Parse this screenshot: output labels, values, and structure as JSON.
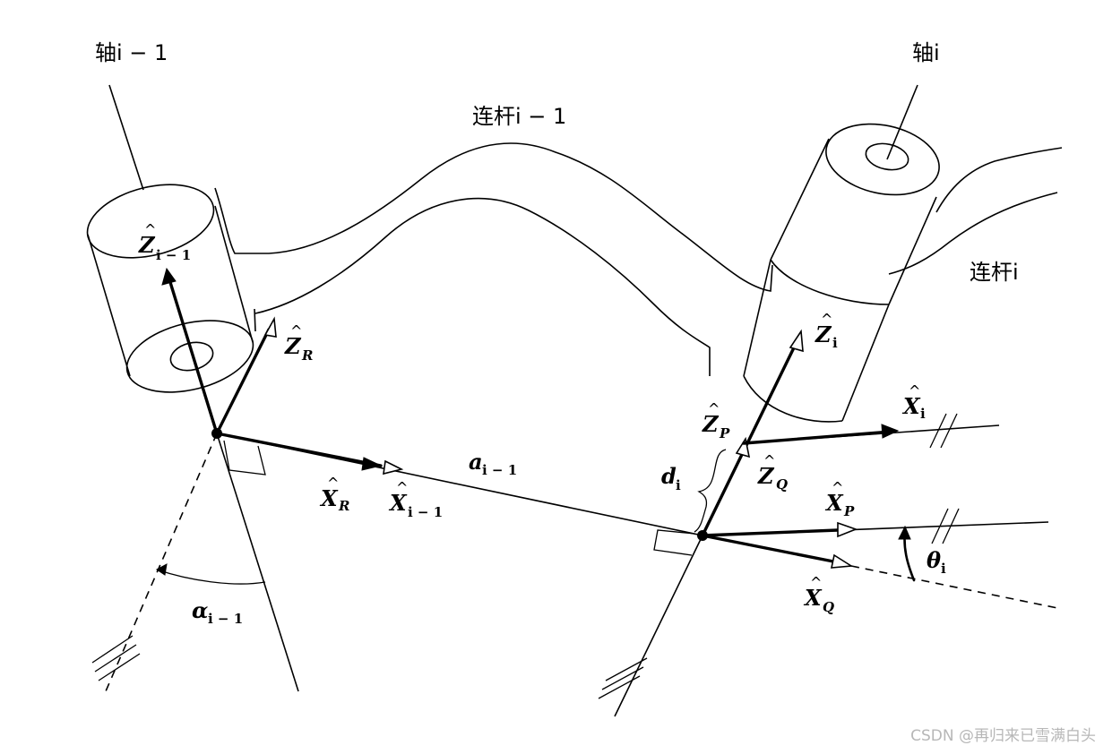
{
  "labels": {
    "axis_prev": "轴i − 1",
    "axis_curr": "轴i",
    "link_prev": "连杆i − 1",
    "link_curr": "连杆i"
  },
  "symbols": {
    "z_prev": {
      "base": "Z",
      "sub": "i − 1"
    },
    "z_R": {
      "base": "Z",
      "sub": "R"
    },
    "z_i": {
      "base": "Z",
      "sub": "i"
    },
    "z_P": {
      "base": "Z",
      "sub": "P"
    },
    "z_Q": {
      "base": "Z",
      "sub": "Q"
    },
    "x_R": {
      "base": "X",
      "sub": "R"
    },
    "x_prev": {
      "base": "X",
      "sub": "i − 1"
    },
    "x_i": {
      "base": "X",
      "sub": "i"
    },
    "x_P": {
      "base": "X",
      "sub": "P"
    },
    "x_Q": {
      "base": "X",
      "sub": "Q"
    },
    "a_prev": {
      "base": "a",
      "sub": "i − 1"
    },
    "d_i": {
      "base": "d",
      "sub": "i"
    },
    "alpha_prev": {
      "base": "α",
      "sub": "i − 1"
    },
    "theta_i": {
      "base": "θ",
      "sub": "i"
    }
  },
  "hat_glyph": "^",
  "watermark": "CSDN @再归来已雪满白头"
}
